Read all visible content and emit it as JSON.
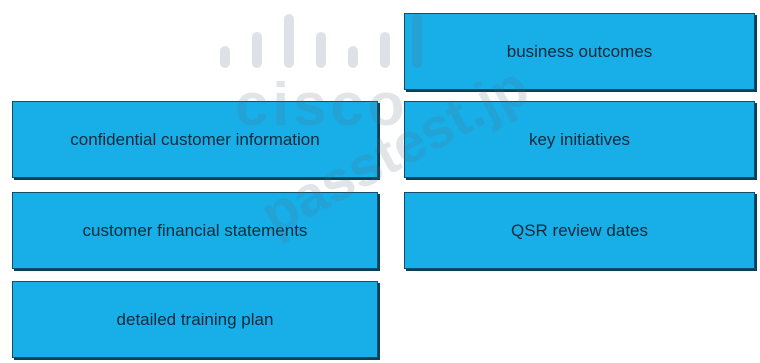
{
  "cards": {
    "confidential": "confidential customer information",
    "financial": "customer financial statements",
    "training": "detailed training plan",
    "business": "business outcomes",
    "initiatives": "key initiatives",
    "qsr": "QSR review dates"
  },
  "watermark": {
    "brand": "cisco",
    "site": "passtest.jp",
    "color": "#5a6e82"
  },
  "colors": {
    "card_fill": "#18aee8",
    "card_border": "#0f4f68",
    "card_text": "#0d2b3a"
  }
}
